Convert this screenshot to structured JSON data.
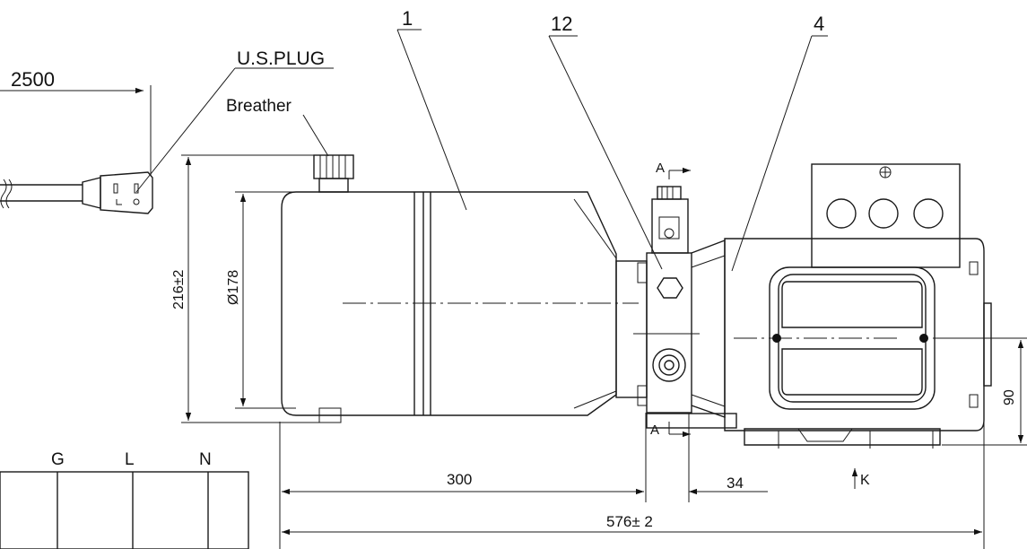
{
  "part_labels": {
    "p1": "1",
    "p12": "12",
    "p4": "4"
  },
  "callouts": {
    "plug": "U.S.PLUG",
    "breather": "Breather"
  },
  "dimensions": {
    "cord_length": "2500",
    "tank_height": "216±2",
    "tank_diameter": "Ø178",
    "len_300": "300",
    "len_34": "34",
    "overall_length": "576± 2",
    "mount_height": "90"
  },
  "section_marks": {
    "top": "A",
    "bottom": "A",
    "view": "K"
  },
  "wiring": {
    "terminals": [
      "G",
      "L",
      "N"
    ]
  }
}
